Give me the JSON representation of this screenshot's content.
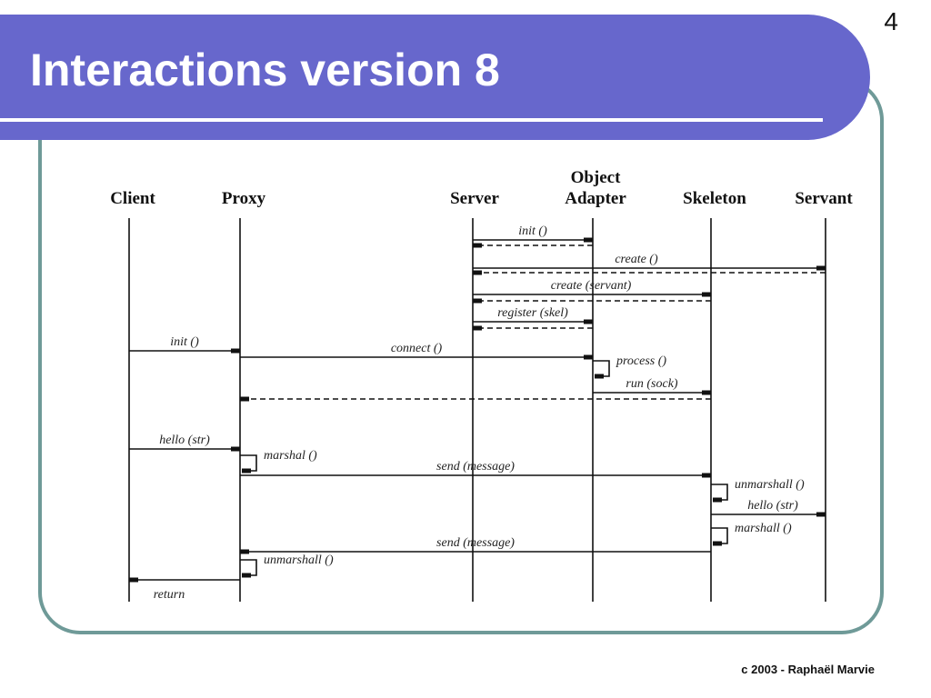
{
  "slide": {
    "page_number": "4",
    "title": "Interactions version 8",
    "footer": "c 2003 - Raphaël Marvie"
  },
  "diagram": {
    "lifelines": [
      {
        "id": "client",
        "lines": [
          "Client"
        ]
      },
      {
        "id": "proxy",
        "lines": [
          "Proxy"
        ]
      },
      {
        "id": "server",
        "lines": [
          "Server"
        ]
      },
      {
        "id": "adapter",
        "lines": [
          "Object",
          "Adapter"
        ]
      },
      {
        "id": "skeleton",
        "lines": [
          "Skeleton"
        ]
      },
      {
        "id": "servant",
        "lines": [
          "Servant"
        ]
      }
    ],
    "messages": [
      {
        "label": "init ()",
        "from": "server",
        "to": "adapter",
        "kind": "call"
      },
      {
        "label": "",
        "from": "adapter",
        "to": "server",
        "kind": "return"
      },
      {
        "label": "create ()",
        "from": "server",
        "to": "servant",
        "kind": "call"
      },
      {
        "label": "",
        "from": "servant",
        "to": "server",
        "kind": "return"
      },
      {
        "label": "create (servant)",
        "from": "server",
        "to": "skeleton",
        "kind": "call"
      },
      {
        "label": "",
        "from": "skeleton",
        "to": "server",
        "kind": "return"
      },
      {
        "label": "register (skel)",
        "from": "server",
        "to": "adapter",
        "kind": "call"
      },
      {
        "label": "",
        "from": "adapter",
        "to": "server",
        "kind": "return"
      },
      {
        "label": "init ()",
        "from": "client",
        "to": "proxy",
        "kind": "call"
      },
      {
        "label": "connect ()",
        "from": "proxy",
        "to": "adapter",
        "kind": "call"
      },
      {
        "label": "process ()",
        "from": "adapter",
        "to": "adapter",
        "kind": "self"
      },
      {
        "label": "run (sock)",
        "from": "adapter",
        "to": "skeleton",
        "kind": "call"
      },
      {
        "label": "",
        "from": "skeleton",
        "to": "proxy",
        "kind": "return"
      },
      {
        "label": "hello (str)",
        "from": "client",
        "to": "proxy",
        "kind": "call"
      },
      {
        "label": "marshal ()",
        "from": "proxy",
        "to": "proxy",
        "kind": "self"
      },
      {
        "label": "send (message)",
        "from": "proxy",
        "to": "skeleton",
        "kind": "call"
      },
      {
        "label": "unmarshall ()",
        "from": "skeleton",
        "to": "skeleton",
        "kind": "self"
      },
      {
        "label": "hello (str)",
        "from": "skeleton",
        "to": "servant",
        "kind": "call"
      },
      {
        "label": "marshall ()",
        "from": "skeleton",
        "to": "skeleton",
        "kind": "self"
      },
      {
        "label": "send (message)",
        "from": "skeleton",
        "to": "proxy",
        "kind": "call"
      },
      {
        "label": "unmarshall ()",
        "from": "proxy",
        "to": "proxy",
        "kind": "self"
      },
      {
        "label": "return",
        "from": "proxy",
        "to": "client",
        "kind": "call"
      }
    ]
  }
}
